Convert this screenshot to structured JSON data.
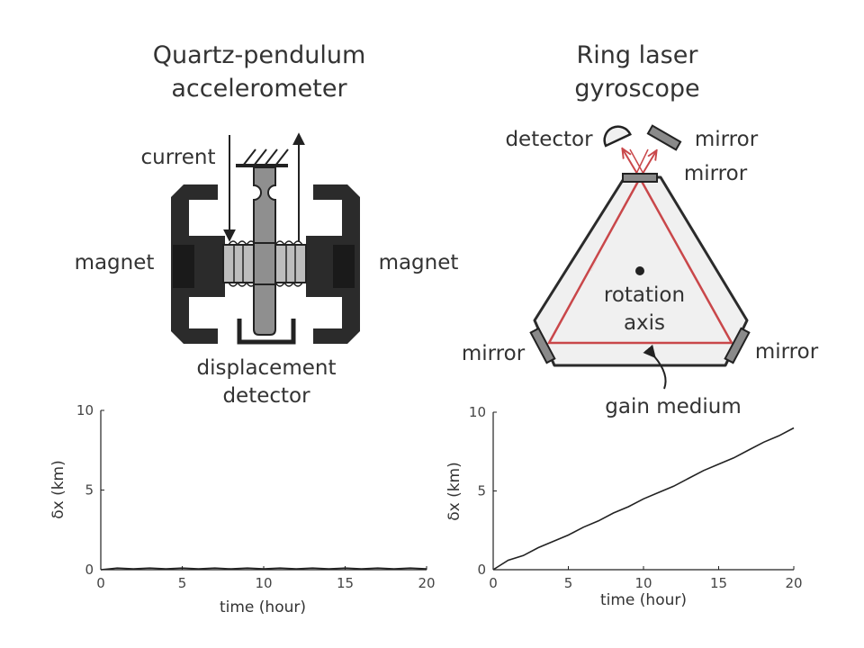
{
  "left_panel": {
    "title_line1": "Quartz-pendulum",
    "title_line2": "accelerometer",
    "label_current": "current",
    "label_magnet_left": "magnet",
    "label_magnet_right": "magnet",
    "label_detector_line1": "displacement",
    "label_detector_line2": "detector"
  },
  "right_panel": {
    "title_line1": "Ring laser",
    "title_line2": "gyroscope",
    "label_detector": "detector",
    "label_mirror_top_right": "mirror",
    "label_mirror_top": "mirror",
    "label_rotation_line1": "rotation",
    "label_rotation_line2": "axis",
    "label_mirror_left": "mirror",
    "label_mirror_right": "mirror",
    "label_gain_medium": "gain medium"
  },
  "colors": {
    "laser_path": "#c9474a",
    "dark_structure": "#2b2b2b",
    "mirror_fill": "#8a8a8a",
    "cavity_fill": "#f0f0f0"
  },
  "chart_data": [
    {
      "type": "line",
      "xlabel": "time (hour)",
      "ylabel": "δx (km)",
      "xlim": [
        0,
        20
      ],
      "ylim": [
        0,
        10
      ],
      "xticks": [
        0,
        5,
        10,
        15,
        20
      ],
      "yticks": [
        0,
        5,
        10
      ],
      "series": [
        {
          "x": [
            0,
            1,
            2,
            3,
            4,
            5,
            6,
            7,
            8,
            9,
            10,
            11,
            12,
            13,
            14,
            15,
            16,
            17,
            18,
            19,
            20
          ],
          "values": [
            0,
            0.1,
            0.05,
            0.1,
            0.05,
            0.1,
            0.05,
            0.1,
            0.05,
            0.1,
            0.05,
            0.1,
            0.05,
            0.1,
            0.05,
            0.1,
            0.05,
            0.1,
            0.05,
            0.1,
            0.05
          ]
        }
      ]
    },
    {
      "type": "line",
      "xlabel": "time (hour)",
      "ylabel": "δx (km)",
      "xlim": [
        0,
        20
      ],
      "ylim": [
        0,
        10
      ],
      "xticks": [
        0,
        5,
        10,
        15,
        20
      ],
      "yticks": [
        0,
        5,
        10
      ],
      "series": [
        {
          "x": [
            0,
            1,
            2,
            3,
            4,
            5,
            6,
            7,
            8,
            9,
            10,
            11,
            12,
            13,
            14,
            15,
            16,
            17,
            18,
            19,
            20
          ],
          "values": [
            0,
            0.6,
            0.9,
            1.4,
            1.8,
            2.2,
            2.7,
            3.1,
            3.6,
            4.0,
            4.5,
            4.9,
            5.3,
            5.8,
            6.3,
            6.7,
            7.1,
            7.6,
            8.1,
            8.5,
            9.0
          ]
        }
      ]
    }
  ]
}
